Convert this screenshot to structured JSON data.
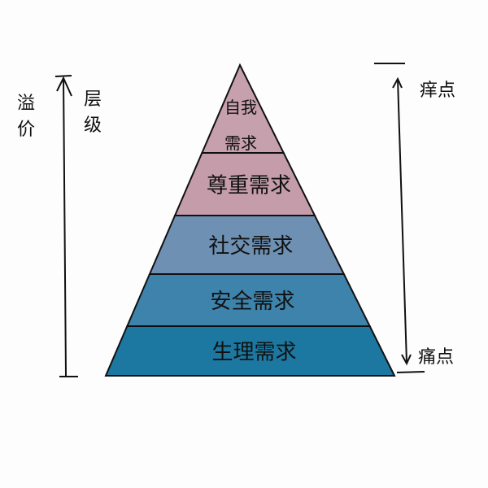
{
  "pyramid": {
    "levels": [
      {
        "label": "自我需求",
        "color": "#c7a0ae"
      },
      {
        "label": "尊重需求",
        "color": "#c49caa"
      },
      {
        "label": "社交需求",
        "color": "#6e90b3"
      },
      {
        "label": "安全需求",
        "color": "#3e83ab"
      },
      {
        "label": "生理需求",
        "color": "#1c78a1"
      }
    ]
  },
  "left_axis": {
    "label_outer": "溢价",
    "label_inner": "层级"
  },
  "right_axis": {
    "top_label": "痒点",
    "bottom_label": "痛点"
  }
}
